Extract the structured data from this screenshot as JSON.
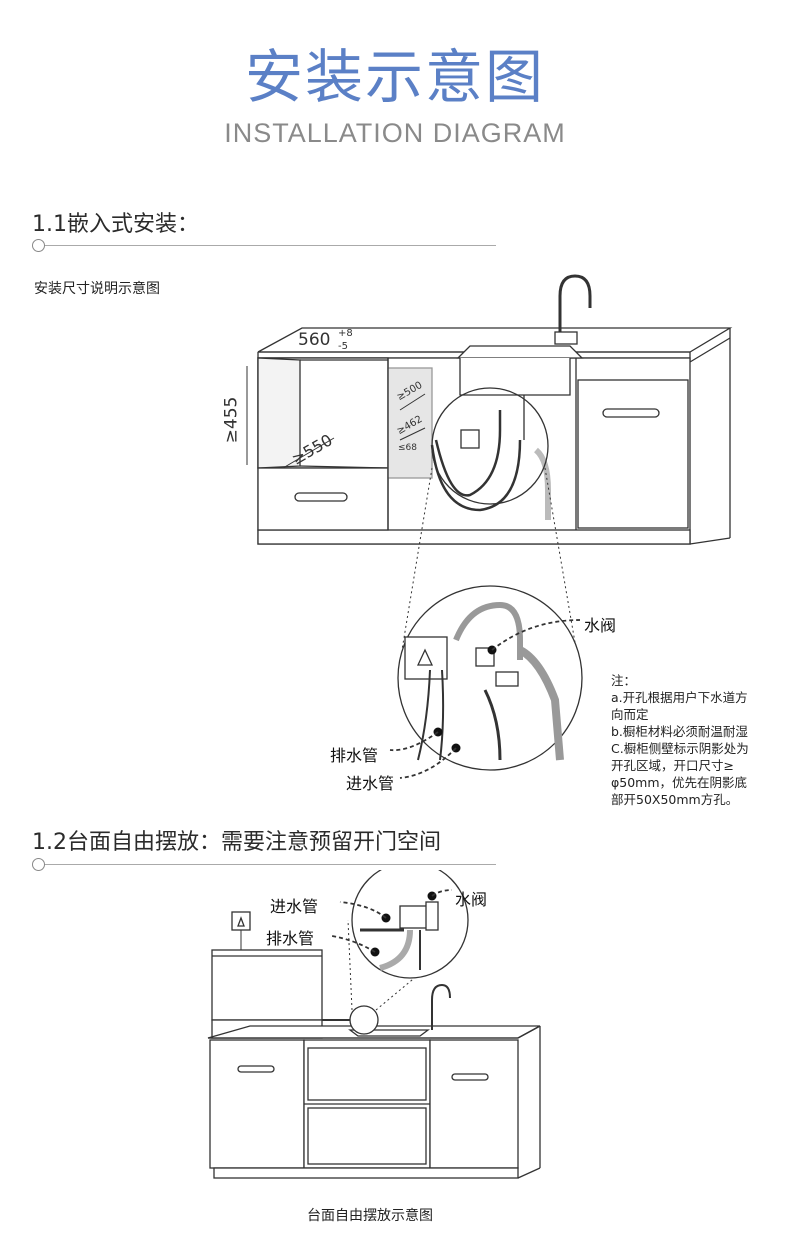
{
  "header": {
    "title": "安装示意图",
    "subtitle": "INSTALLATION DIAGRAM"
  },
  "section1": {
    "title": "1.1嵌入式安装：",
    "caption": "安装尺寸说明示意图",
    "dimensions": {
      "width_main": "560",
      "width_plus": "+8",
      "width_minus": "-5",
      "height": "≥455",
      "depth": "≥550",
      "d500": "≥500",
      "d462": "≥462",
      "d68": "≤68"
    },
    "callouts": {
      "valve": "水阀",
      "drain": "排水管",
      "inlet": "进水管"
    },
    "notes": [
      "注：",
      "a.开孔根据用户下水道方",
      "向而定",
      "b.橱柜材料必须耐温耐湿",
      "C.橱柜侧壁标示阴影处为",
      "开孔区域，开口尺寸≥",
      "φ50mm，优先在阴影底",
      "部开50X50mm方孔。"
    ]
  },
  "section2": {
    "title": "1.2台面自由摆放：需要注意预留开门空间",
    "callouts": {
      "inlet": "进水管",
      "drain": "排水管",
      "valve": "水阀"
    },
    "caption": "台面自由摆放示意图"
  }
}
